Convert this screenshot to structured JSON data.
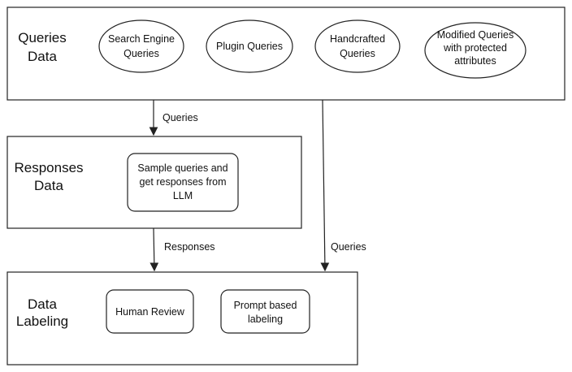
{
  "containers": {
    "queries_data": {
      "label_line1": "Queries",
      "label_line2": "Data"
    },
    "responses_data": {
      "label_line1": "Responses",
      "label_line2": "Data"
    },
    "data_labeling": {
      "label_line1": "Data",
      "label_line2": "Labeling"
    }
  },
  "query_sources": [
    {
      "line1": "Search Engine",
      "line2": "Queries"
    },
    {
      "line1": "Plugin Queries"
    },
    {
      "line1": "Handcrafted",
      "line2": "Queries"
    },
    {
      "line1": "Modified Queries",
      "line2": "with protected",
      "line3": "attributes"
    }
  ],
  "response_process": {
    "line1": "Sample queries and",
    "line2": "get responses from",
    "line3": "LLM"
  },
  "labeling_methods": [
    {
      "line1": "Human Review"
    },
    {
      "line1": "Prompt based",
      "line2": "labeling"
    }
  ],
  "edges": {
    "queries_to_responses": "Queries",
    "responses_to_labeling": "Responses",
    "queries_to_labeling": "Queries"
  }
}
